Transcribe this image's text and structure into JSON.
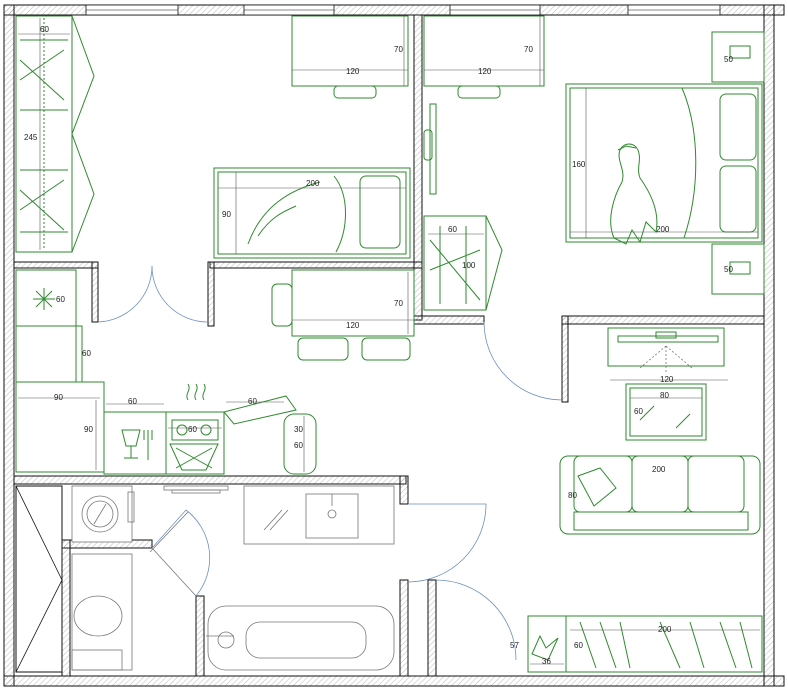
{
  "colors": {
    "wall_stroke": "#111111",
    "furniture": "#2f8a2f",
    "fixtures": "#777777",
    "door_swing": "#6f8fbf"
  },
  "dimensions": {
    "wardrobe_depth": "60",
    "wardrobe_length": "245",
    "desk1_width": "120",
    "desk1_depth": "70",
    "desk2_width": "120",
    "desk2_depth": "70",
    "nightstand_top": "50",
    "nightstand_bottom": "50",
    "bed_width": "160",
    "bed_length": "200",
    "single_bed_length": "200",
    "single_bed_width": "90",
    "small_closet_depth": "60",
    "small_closet_length": "100",
    "fridge_depth": "60",
    "kitchen_60_side": "60",
    "kitchen_90_left": "90",
    "kitchen_90_vertical": "90",
    "sink_unit": "60",
    "stove": "60",
    "counter_right": "60",
    "counter_30": "30",
    "counter_60_vert": "60",
    "dining_width": "120",
    "dining_depth": "70",
    "tv_stand": "120",
    "coffee_table_w": "80",
    "coffee_table_d": "60",
    "sofa_length": "200",
    "sofa_depth": "80",
    "hall_wardrobe_length": "200",
    "hall_wardrobe_depth": "60",
    "shoe_rack_w": "36",
    "shoe_rack_d": "57"
  }
}
